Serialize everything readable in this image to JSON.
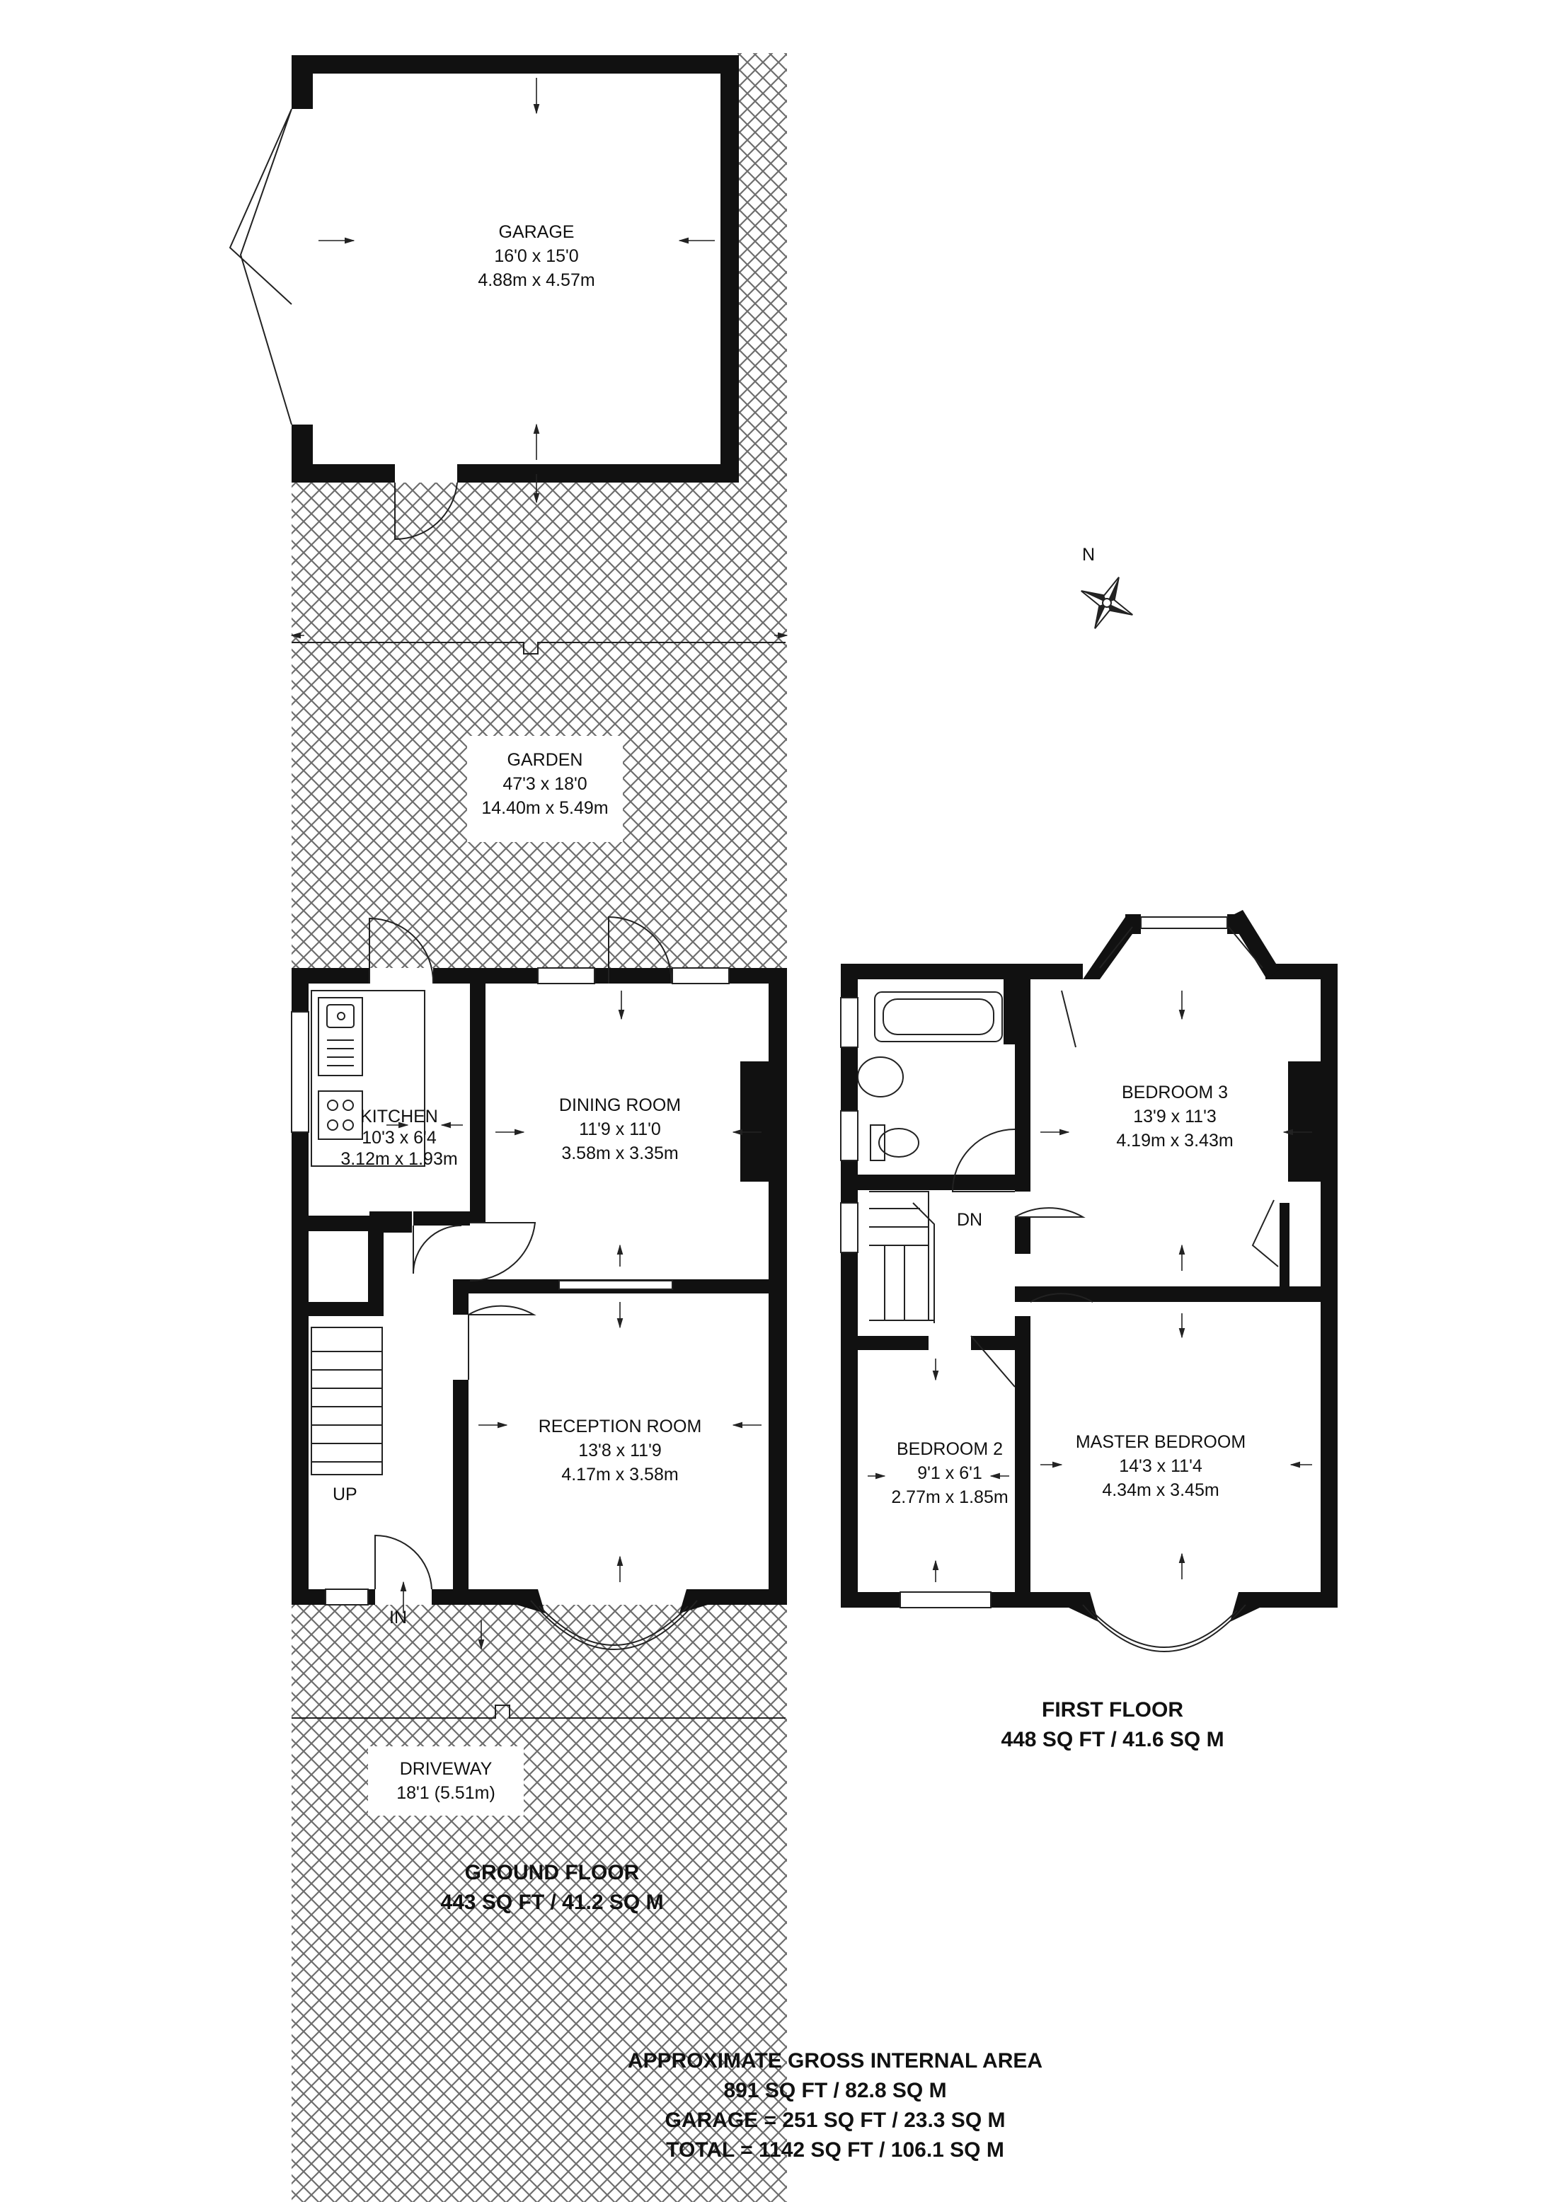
{
  "ground_floor": {
    "title": "GROUND FLOOR",
    "area": "443 SQ FT / 41.2 SQ M",
    "rooms": {
      "garage": {
        "name": "GARAGE",
        "imperial": "16'0 x 15'0",
        "metric": "4.88m x 4.57m"
      },
      "garden": {
        "name": "GARDEN",
        "imperial": "47'3 x 18'0",
        "metric": "14.40m x 5.49m"
      },
      "kitchen": {
        "name": "KITCHEN",
        "imperial": "10'3 x 6'4",
        "metric": "3.12m x 1.93m"
      },
      "dining": {
        "name": "DINING ROOM",
        "imperial": "11'9 x 11'0",
        "metric": "3.58m x 3.35m"
      },
      "reception": {
        "name": "RECEPTION ROOM",
        "imperial": "13'8 x 11'9",
        "metric": "4.17m x 3.58m"
      },
      "driveway": {
        "name": "DRIVEWAY",
        "imperial": "18'1 (5.51m)"
      }
    },
    "stairs_label": "UP",
    "entrance_label": "IN"
  },
  "first_floor": {
    "title": "FIRST FLOOR",
    "area": "448 SQ FT / 41.6 SQ M",
    "rooms": {
      "bedroom3": {
        "name": "BEDROOM 3",
        "imperial": "13'9 x 11'3",
        "metric": "4.19m x 3.43m"
      },
      "bedroom2": {
        "name": "BEDROOM 2",
        "imperial": "9'1 x 6'1",
        "metric": "2.77m x 1.85m"
      },
      "master": {
        "name": "MASTER  BEDROOM",
        "imperial": "14'3 x 11'4",
        "metric": "4.34m x 3.45m"
      }
    },
    "stairs_label": "DN"
  },
  "compass": {
    "label": "N",
    "icon": "compass-rose-icon"
  },
  "summary": {
    "heading": "APPROXIMATE GROSS INTERNAL AREA",
    "line1": "891 SQ FT / 82.8 SQ M",
    "line2": "GARAGE = 251 SQ FT / 23.3 SQ M",
    "line3": "TOTAL = 1142 SQ FT / 106.1 SQ M"
  },
  "colors": {
    "wall": "#111111",
    "hatch": "#6e6e6e",
    "background": "#ffffff"
  }
}
